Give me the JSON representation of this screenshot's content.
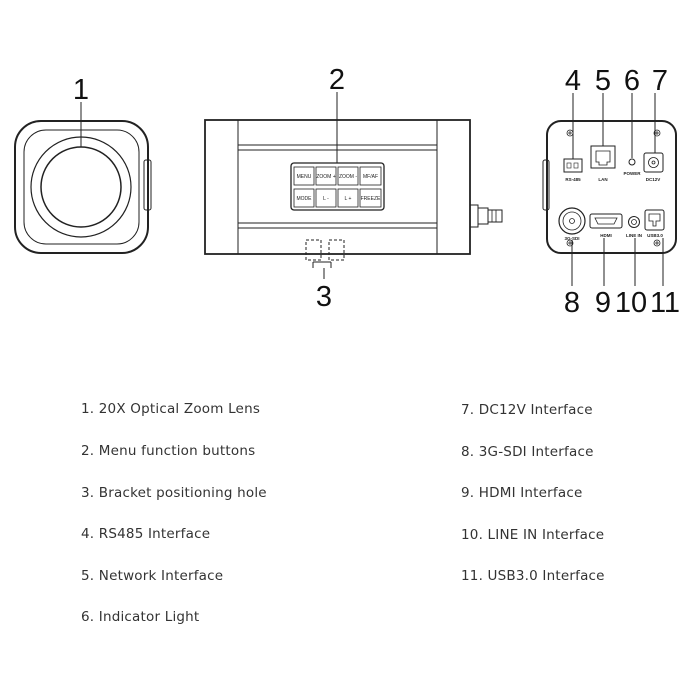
{
  "callouts": [
    "1",
    "2",
    "3",
    "4",
    "5",
    "6",
    "7",
    "8",
    "9",
    "10",
    "11"
  ],
  "menu_buttons": [
    "MENU",
    "ZOOM +",
    "ZOOM -",
    "MF/AF",
    "MODE",
    "L -",
    "L +",
    "FREEZE"
  ],
  "port_labels": {
    "rs485": "RS-485",
    "lan": "LAN",
    "power": "POWER",
    "dc12v": "DC12V",
    "sdi": "3G-SDI",
    "hdmi": "HDMI",
    "line_in": "LINE IN",
    "usb3": "USB3.0"
  },
  "legend_left": [
    "1. 20X Optical Zoom Lens",
    "2. Menu function buttons",
    "3. Bracket positioning hole",
    "4. RS485 Interface",
    "5. Network Interface",
    "6. Indicator Light"
  ],
  "legend_right": [
    "7. DC12V Interface",
    "8. 3G-SDI Interface",
    "9. HDMI Interface",
    "10. LINE IN Interface",
    "11. USB3.0 Interface"
  ]
}
